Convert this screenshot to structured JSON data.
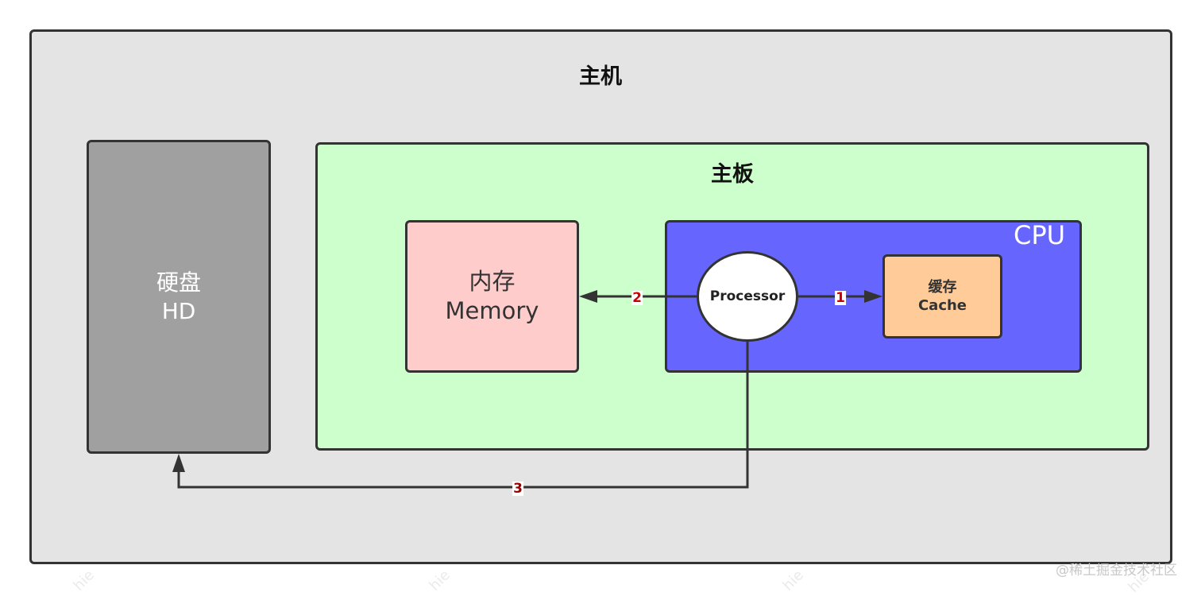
{
  "diagram": {
    "host": {
      "title": "主机",
      "fill": "#e4e4e4"
    },
    "hard_disk": {
      "label_cn": "硬盘",
      "label_en": "HD",
      "fill": "#a0a0a0"
    },
    "motherboard": {
      "title": "主板",
      "fill": "#ccffcc"
    },
    "memory": {
      "label_cn": "内存",
      "label_en": "Memory",
      "fill": "#ffcccc"
    },
    "cpu": {
      "label": "CPU",
      "fill": "#6666ff"
    },
    "processor": {
      "label": "Processor",
      "fill": "#ffffff"
    },
    "cache": {
      "label_cn": "缓存",
      "label_en": "Cache",
      "fill": "#ffcc99"
    },
    "edges": [
      {
        "id": "1",
        "label": "1",
        "from": "Processor",
        "to": "Cache"
      },
      {
        "id": "2",
        "label": "2",
        "from": "Processor",
        "to": "Memory"
      },
      {
        "id": "3",
        "label": "3",
        "from": "Processor",
        "to": "HD"
      }
    ],
    "edge_label_color": "#cc0000"
  },
  "watermarks": {
    "site": "@稀土掘金技术社区",
    "signature": "hie"
  }
}
